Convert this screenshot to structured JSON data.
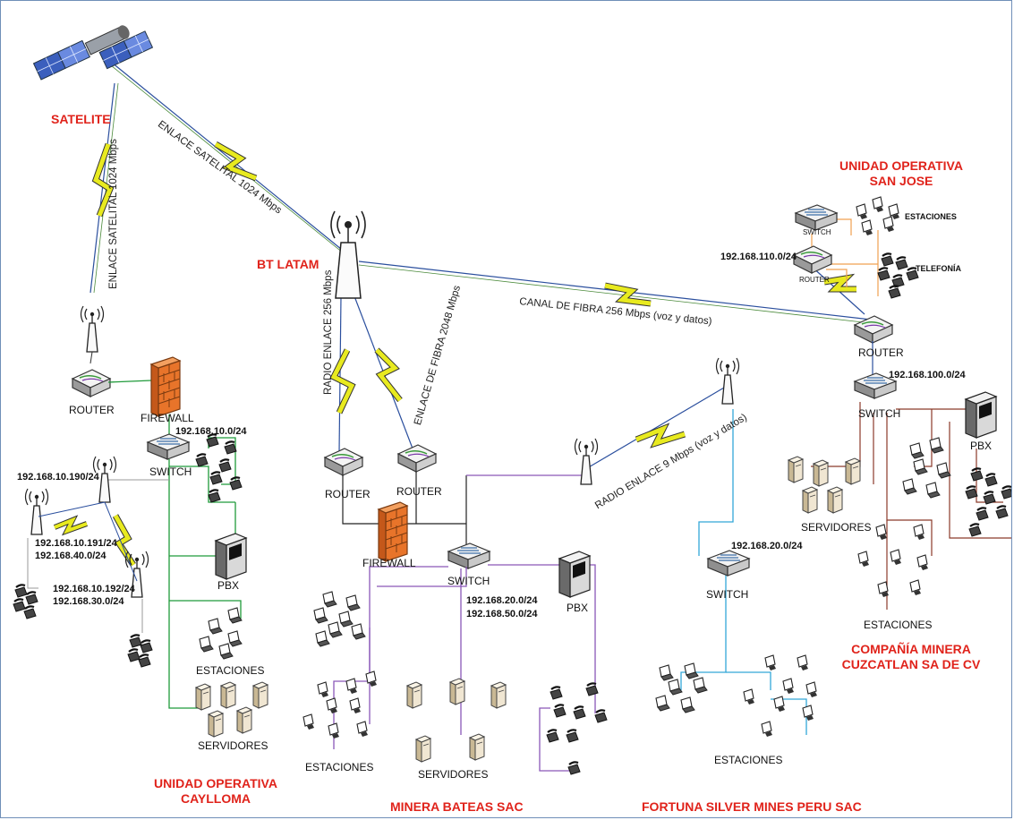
{
  "hub": {
    "label": "BT LATAM"
  },
  "satellite": {
    "label": "SATELITE"
  },
  "links": {
    "sat_to_bt": "ENLACE SATELITAL 1024 Mbps",
    "sat_to_caylloma": "ENLACE SATELITAL 1024 Mbps",
    "bt_radio": "RADIO ENLACE 256 Mbps",
    "bt_fiber": "ENLACE DE FIBRA 2048 Mbps",
    "bt_to_sanjose": "CANAL DE FIBRA 256 Mbps (voz y datos)",
    "bateas_to_fortuna": "RADIO ENLACE 9 Mbps (voz y datos)"
  },
  "caylloma": {
    "name_line1": "UNIDAD OPERATIVA",
    "name_line2": "CAYLLOMA",
    "router": "ROUTER",
    "firewall": "FIREWALL",
    "switch": "SWITCH",
    "lan": "192.168.10.0/24",
    "radio_main": "192.168.10.190/24",
    "radio_a_ip1": "192.168.10.191/24",
    "radio_a_ip2": "192.168.40.0/24",
    "radio_b_ip1": "192.168.10.192/24",
    "radio_b_ip2": "192.168.30.0/24",
    "pbx": "PBX",
    "estaciones": "ESTACIONES",
    "servidores": "SERVIDORES"
  },
  "bateas": {
    "name": "MINERA BATEAS SAC",
    "router1": "ROUTER",
    "router2": "ROUTER",
    "firewall": "FIREWALL",
    "switch": "SWITCH",
    "ip1": "192.168.20.0/24",
    "ip2": "192.168.50.0/24",
    "pbx": "PBX",
    "estaciones": "ESTACIONES",
    "servidores": "SERVIDORES"
  },
  "fortuna": {
    "name": "FORTUNA SILVER MINES PERU SAC",
    "ip": "192.168.20.0/24",
    "switch": "SWITCH",
    "estaciones": "ESTACIONES"
  },
  "sanjose": {
    "name_line1": "UNIDAD OPERATIVA",
    "name_line2": "SAN JOSE",
    "switch": "SWITCH",
    "router": "ROUTER",
    "estaciones": "ESTACIONES",
    "telefonia": "TELEFONÍA",
    "ip": "192.168.110.0/24"
  },
  "cuzcatlan": {
    "name_line1": "COMPAÑÍA MINERA",
    "name_line2": "CUZCATLAN SA DE CV",
    "router": "ROUTER",
    "ip": "192.168.100.0/24",
    "switch": "SWITCH",
    "pbx": "PBX",
    "servidores": "SERVIDORES",
    "estaciones": "ESTACIONES"
  },
  "colors": {
    "satellite_link": "#2b4f9e",
    "fiber_link": "#2b4f9e",
    "lightning": "#e8ea1f",
    "caylloma_lan": "#1f9a3a",
    "bateas_lan": "#8a58b8",
    "fortuna_lan": "#33a7d8",
    "sanjose_lan": "#f0a050",
    "cuzcatlan_lan": "#8b3a2a",
    "site_title": "#e0231b"
  }
}
